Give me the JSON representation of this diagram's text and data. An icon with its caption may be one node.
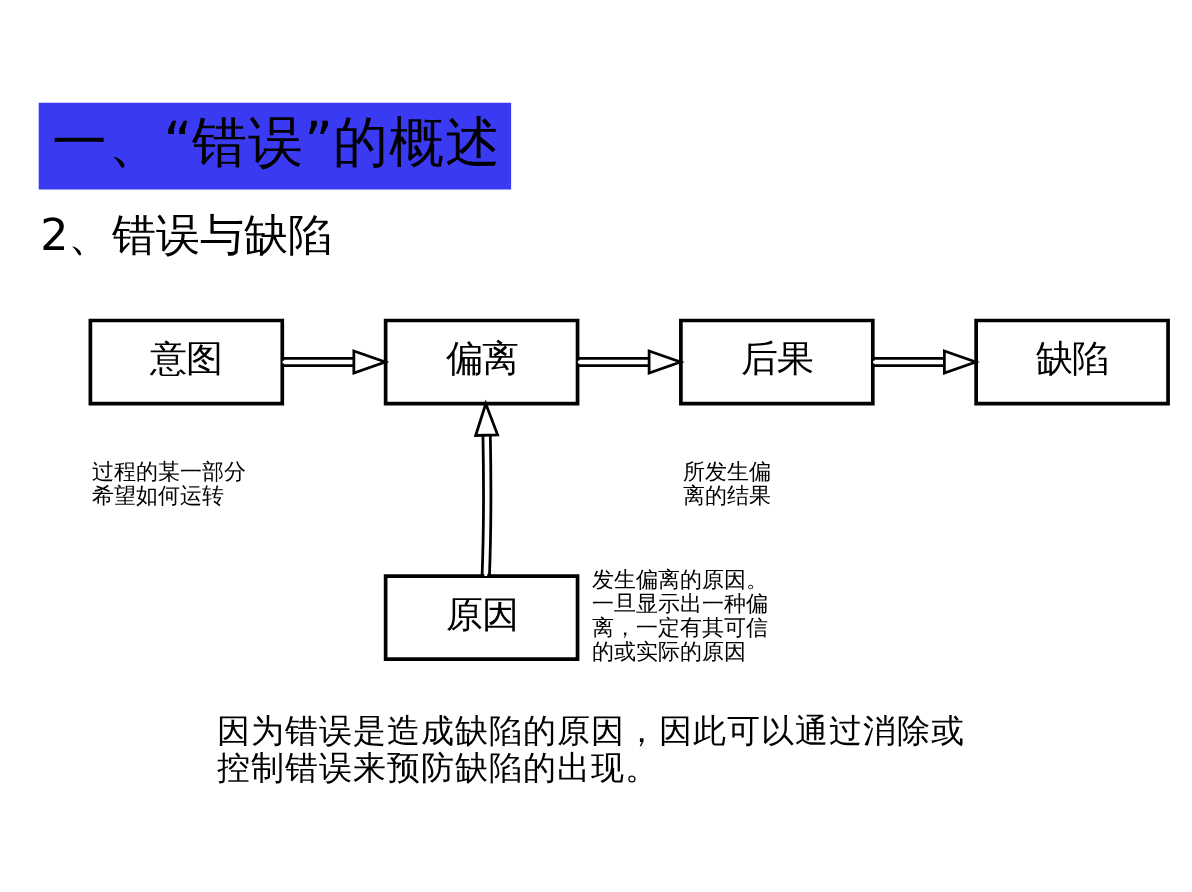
{
  "diagram": {
    "title": "一、“错误”的概述",
    "caption": "因为错误是造成缺陷的原因，因此可以通过消除或控制错误来预防缺陷的出现。",
    "nodes": [
      {
        "text": [
          "意图"
        ],
        "beside": [
          "过程的某一部分希望如何运转"
        ]
      },
      {
        "text": [
          "偏离"
        ]
      },
      {
        "text": [
          "后果"
        ],
        "beside": [
          "所发生偏离的结果"
        ]
      },
      {
        "text": [
          "缺陷"
        ]
      },
      {
        "text": [
          "原因"
        ],
        "beside": [
          "发生偏离的原因。一旦显示出一种偏离，一定有其可信的或实际的原因"
        ]
      }
    ],
    "edges": [
      {
        "from": 0,
        "to": 1,
        "arrow": "to"
      },
      {
        "from": 1,
        "to": 2,
        "arrow": "to"
      },
      {
        "from": 2,
        "to": 3,
        "arrow": "to"
      },
      {
        "from": 4,
        "to": 1,
        "arrow": "to"
      }
    ],
    "labels": [
      "2、错误与缺陷"
    ]
  }
}
